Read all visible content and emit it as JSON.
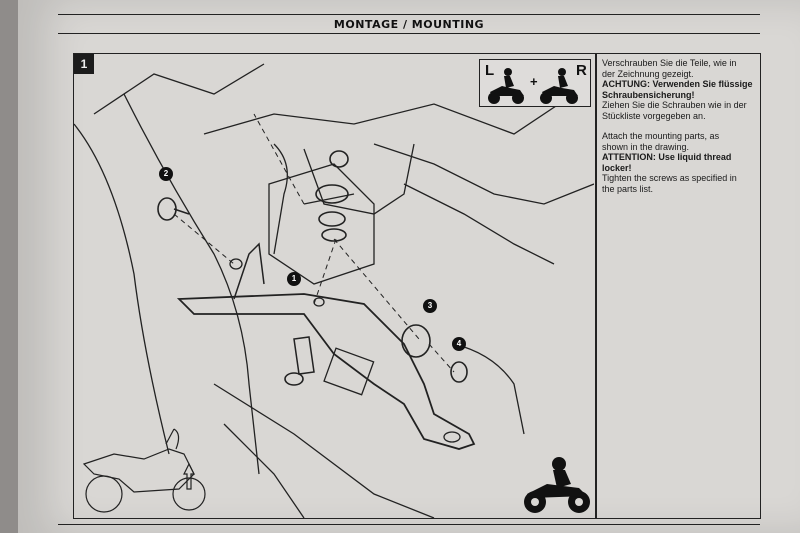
{
  "header": {
    "title": "MONTAGE / MOUNTING"
  },
  "step": {
    "number": "1"
  },
  "orientation": {
    "left": "L",
    "right": "R",
    "plus": "+"
  },
  "instructions": {
    "de_line1": "Verschrauben Sie die Teile, wie in",
    "de_line2": "der Zeichnung gezeigt.",
    "de_warn1": "ACHTUNG: Verwenden Sie flüssige",
    "de_warn2": "Schraubensicherung!",
    "de_line3": "Ziehen Sie die Schrauben wie in der",
    "de_line4": "Stückliste vorgegeben an.",
    "en_line1": "Attach the mounting parts, as",
    "en_line2": "shown in the drawing.",
    "en_warn1": "ATTENTION: Use liquid thread",
    "en_warn2": "locker!",
    "en_line3": "Tighten the screws as specified in",
    "en_line4": "the parts list."
  },
  "callouts": [
    "1",
    "2",
    "3",
    "4"
  ],
  "icons": [
    "motorcycle-rider-left-icon",
    "motorcycle-rider-right-icon",
    "motorcycle-outline-icon",
    "motorcycle-rider-icon"
  ]
}
